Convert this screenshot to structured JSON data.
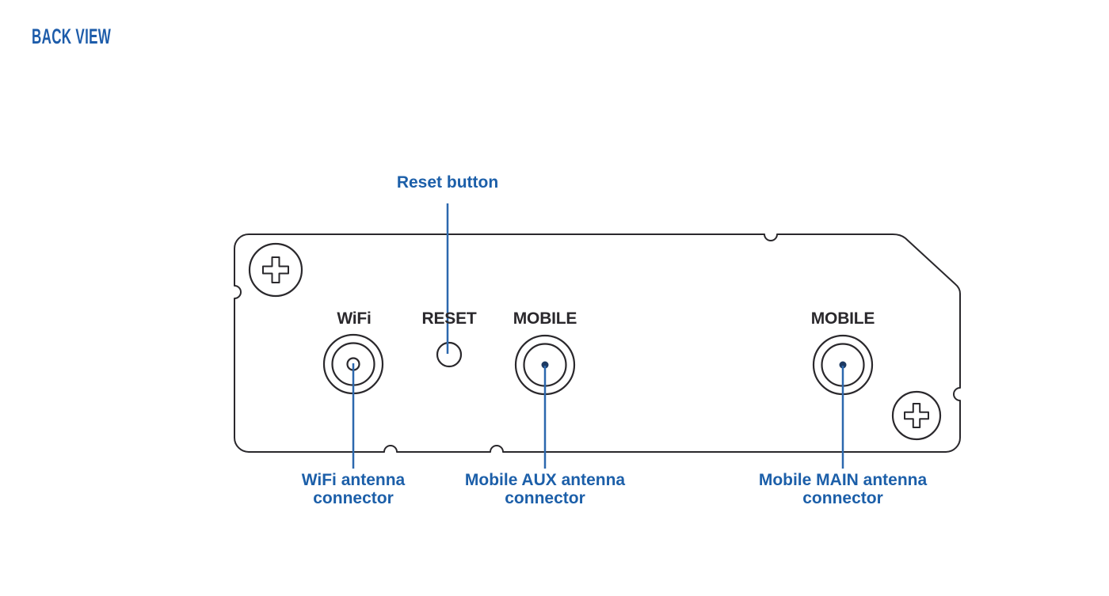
{
  "title": "BACK VIEW",
  "colors": {
    "background": "#ffffff",
    "heading_blue": "#1d5caa",
    "accent_blue": "#1c5fa9",
    "line_blue": "#2c68ae",
    "outline_ink": "#2a282c",
    "dot_navy": "#1d3a63"
  },
  "diagram": {
    "device": "router-back-panel",
    "panel_labels": [
      {
        "id": "wifi",
        "text": "WiFi"
      },
      {
        "id": "reset",
        "text": "RESET"
      },
      {
        "id": "mobile-aux",
        "text": "MOBILE"
      },
      {
        "id": "mobile-main",
        "text": "MOBILE"
      }
    ],
    "annotations": [
      {
        "id": "reset-button",
        "text": "Reset button"
      },
      {
        "id": "wifi-antenna",
        "line1": "WiFi antenna",
        "line2": "connector"
      },
      {
        "id": "mobile-aux-antenna",
        "line1": "Mobile AUX antenna",
        "line2": "connector"
      },
      {
        "id": "mobile-main-antenna",
        "line1": "Mobile MAIN antenna",
        "line2": "connector"
      }
    ],
    "icons": [
      "phillips-screw-icon",
      "phillips-screw-icon",
      "antenna-connector-icon",
      "antenna-connector-icon",
      "antenna-connector-icon",
      "reset-hole-icon"
    ]
  }
}
